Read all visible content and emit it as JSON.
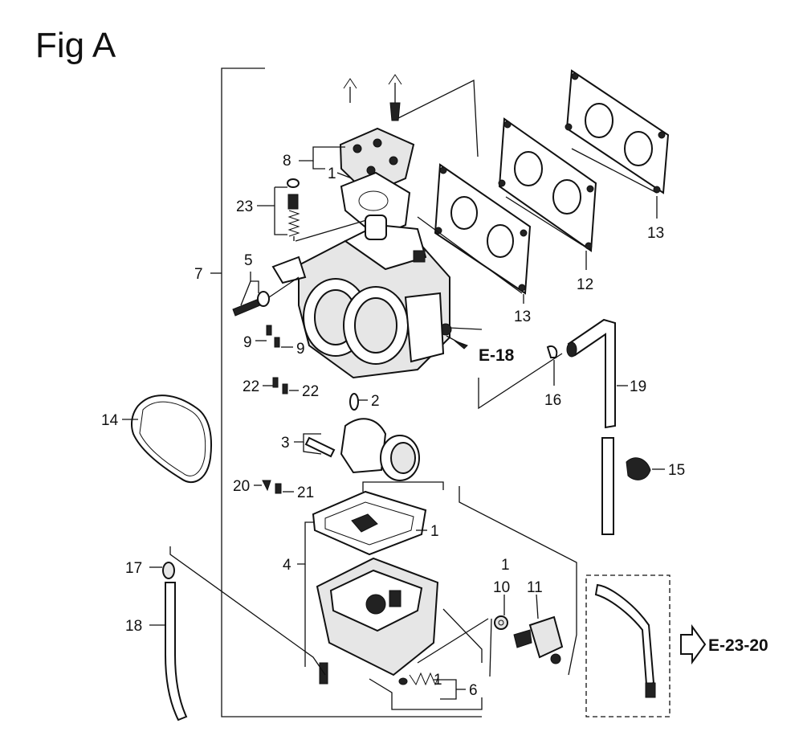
{
  "figure": {
    "title": "Fig A"
  },
  "callouts": {
    "c1a": "1",
    "c1b": "1",
    "c1c": "1",
    "c1d": "1",
    "c2": "2",
    "c3": "3",
    "c4": "4",
    "c5": "5",
    "c6": "6",
    "c7": "7",
    "c8": "8",
    "c9a": "9",
    "c9b": "9",
    "c10": "10",
    "c11": "11",
    "c12": "12",
    "c13a": "13",
    "c13b": "13",
    "c14": "14",
    "c15": "15",
    "c16": "16",
    "c17": "17",
    "c18": "18",
    "c19": "19",
    "c20": "20",
    "c21": "21",
    "c22a": "22",
    "c22b": "22",
    "c23": "23"
  },
  "references": {
    "e18": "E-18",
    "e2320": "E-23-20"
  }
}
